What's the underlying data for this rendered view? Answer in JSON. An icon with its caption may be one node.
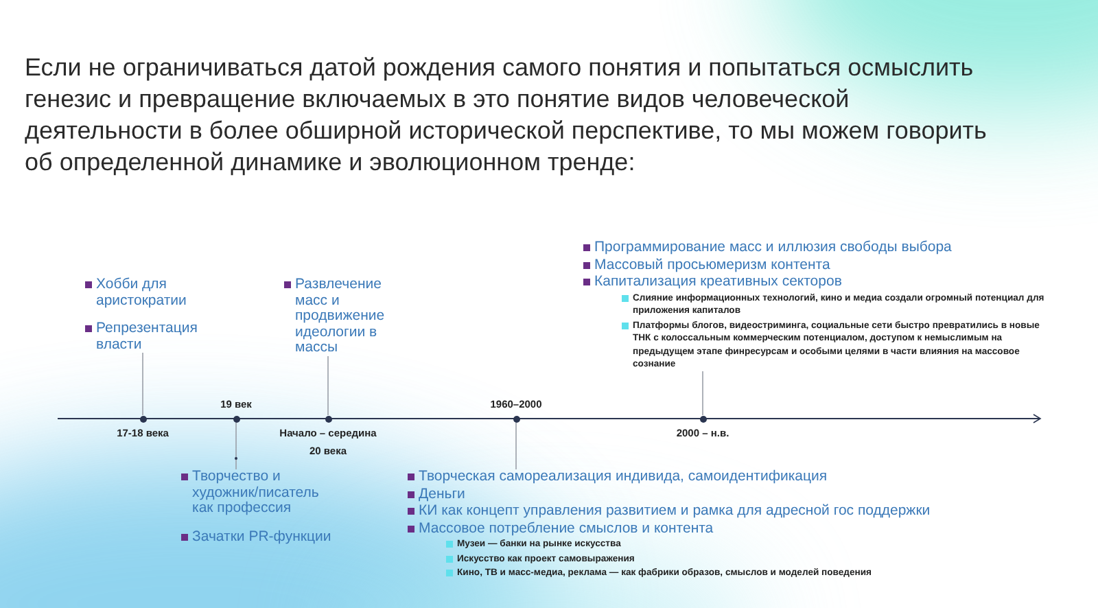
{
  "diagram": {
    "title": "Если не ограничиваться датой рождения самого понятия и попытаться осмыслить генезис и превращение включаемых в это понятие видов человеческой деятельности в более обширной исторической перспективе, то мы можем говорить об определенной динамике и эволюционном тренде:",
    "nodes": [
      {
        "text": [
          "Хобби для аристократии",
          "Репрезентация власти"
        ]
      },
      {
        "text": [
          "Развлечение масс и продвижение идеологии в массы"
        ]
      },
      {
        "text": [
          "Программирование масс и иллюзия свободы выбора",
          "Массовый просьюмеризм контента",
          "Капитализация креативных секторов",
          "Слияние информационных технологий, кино и медиа создали огромный потенциал для приложения капиталов",
          "Платформы блогов, видеостриминга, социальные сети быстро превратились в новые ТНК с колоссальным коммерческим потенциалом, доступом к немыслимым на предыдущем этапе финресурсам и особыми целями в части влияния на массовое сознание"
        ]
      },
      {
        "text": [],
        "shape": "circle",
        "beside": [
          "17-18 века"
        ]
      },
      {
        "text": [],
        "shape": "circle",
        "beside": [
          "19 век"
        ]
      },
      {
        "text": [],
        "shape": "circle",
        "beside": [
          "Начало – середина 20 века"
        ]
      },
      {
        "text": [],
        "shape": "circle",
        "beside": [
          "1960–2000"
        ]
      },
      {
        "text": [],
        "shape": "circle",
        "beside": [
          "2000 – н.в."
        ]
      },
      {
        "text": [
          "Творчество и художник/писатель как профессия",
          "Зачатки PR-функции"
        ]
      },
      {
        "text": [
          "Творческая самореализация индивида, самоидентификация",
          "Деньги",
          "КИ как концепт управления развитием и рамка для адресной гос поддержки",
          "Массовое потребление смыслов и контента",
          "Музеи — банки на рынке искусства",
          "Искусство как проект самовыражения",
          "Кино, ТВ и масс-медиа, реклама — как фабрики образов, смыслов и моделей поведения"
        ]
      }
    ],
    "edges": [
      {
        "from": 3,
        "to": 0,
        "arrow": "none"
      },
      {
        "from": 4,
        "to": 8,
        "arrow": "none"
      },
      {
        "from": 5,
        "to": 1,
        "arrow": "none"
      },
      {
        "from": 6,
        "to": 9,
        "arrow": "none"
      },
      {
        "from": 7,
        "to": 2,
        "arrow": "none"
      }
    ]
  }
}
